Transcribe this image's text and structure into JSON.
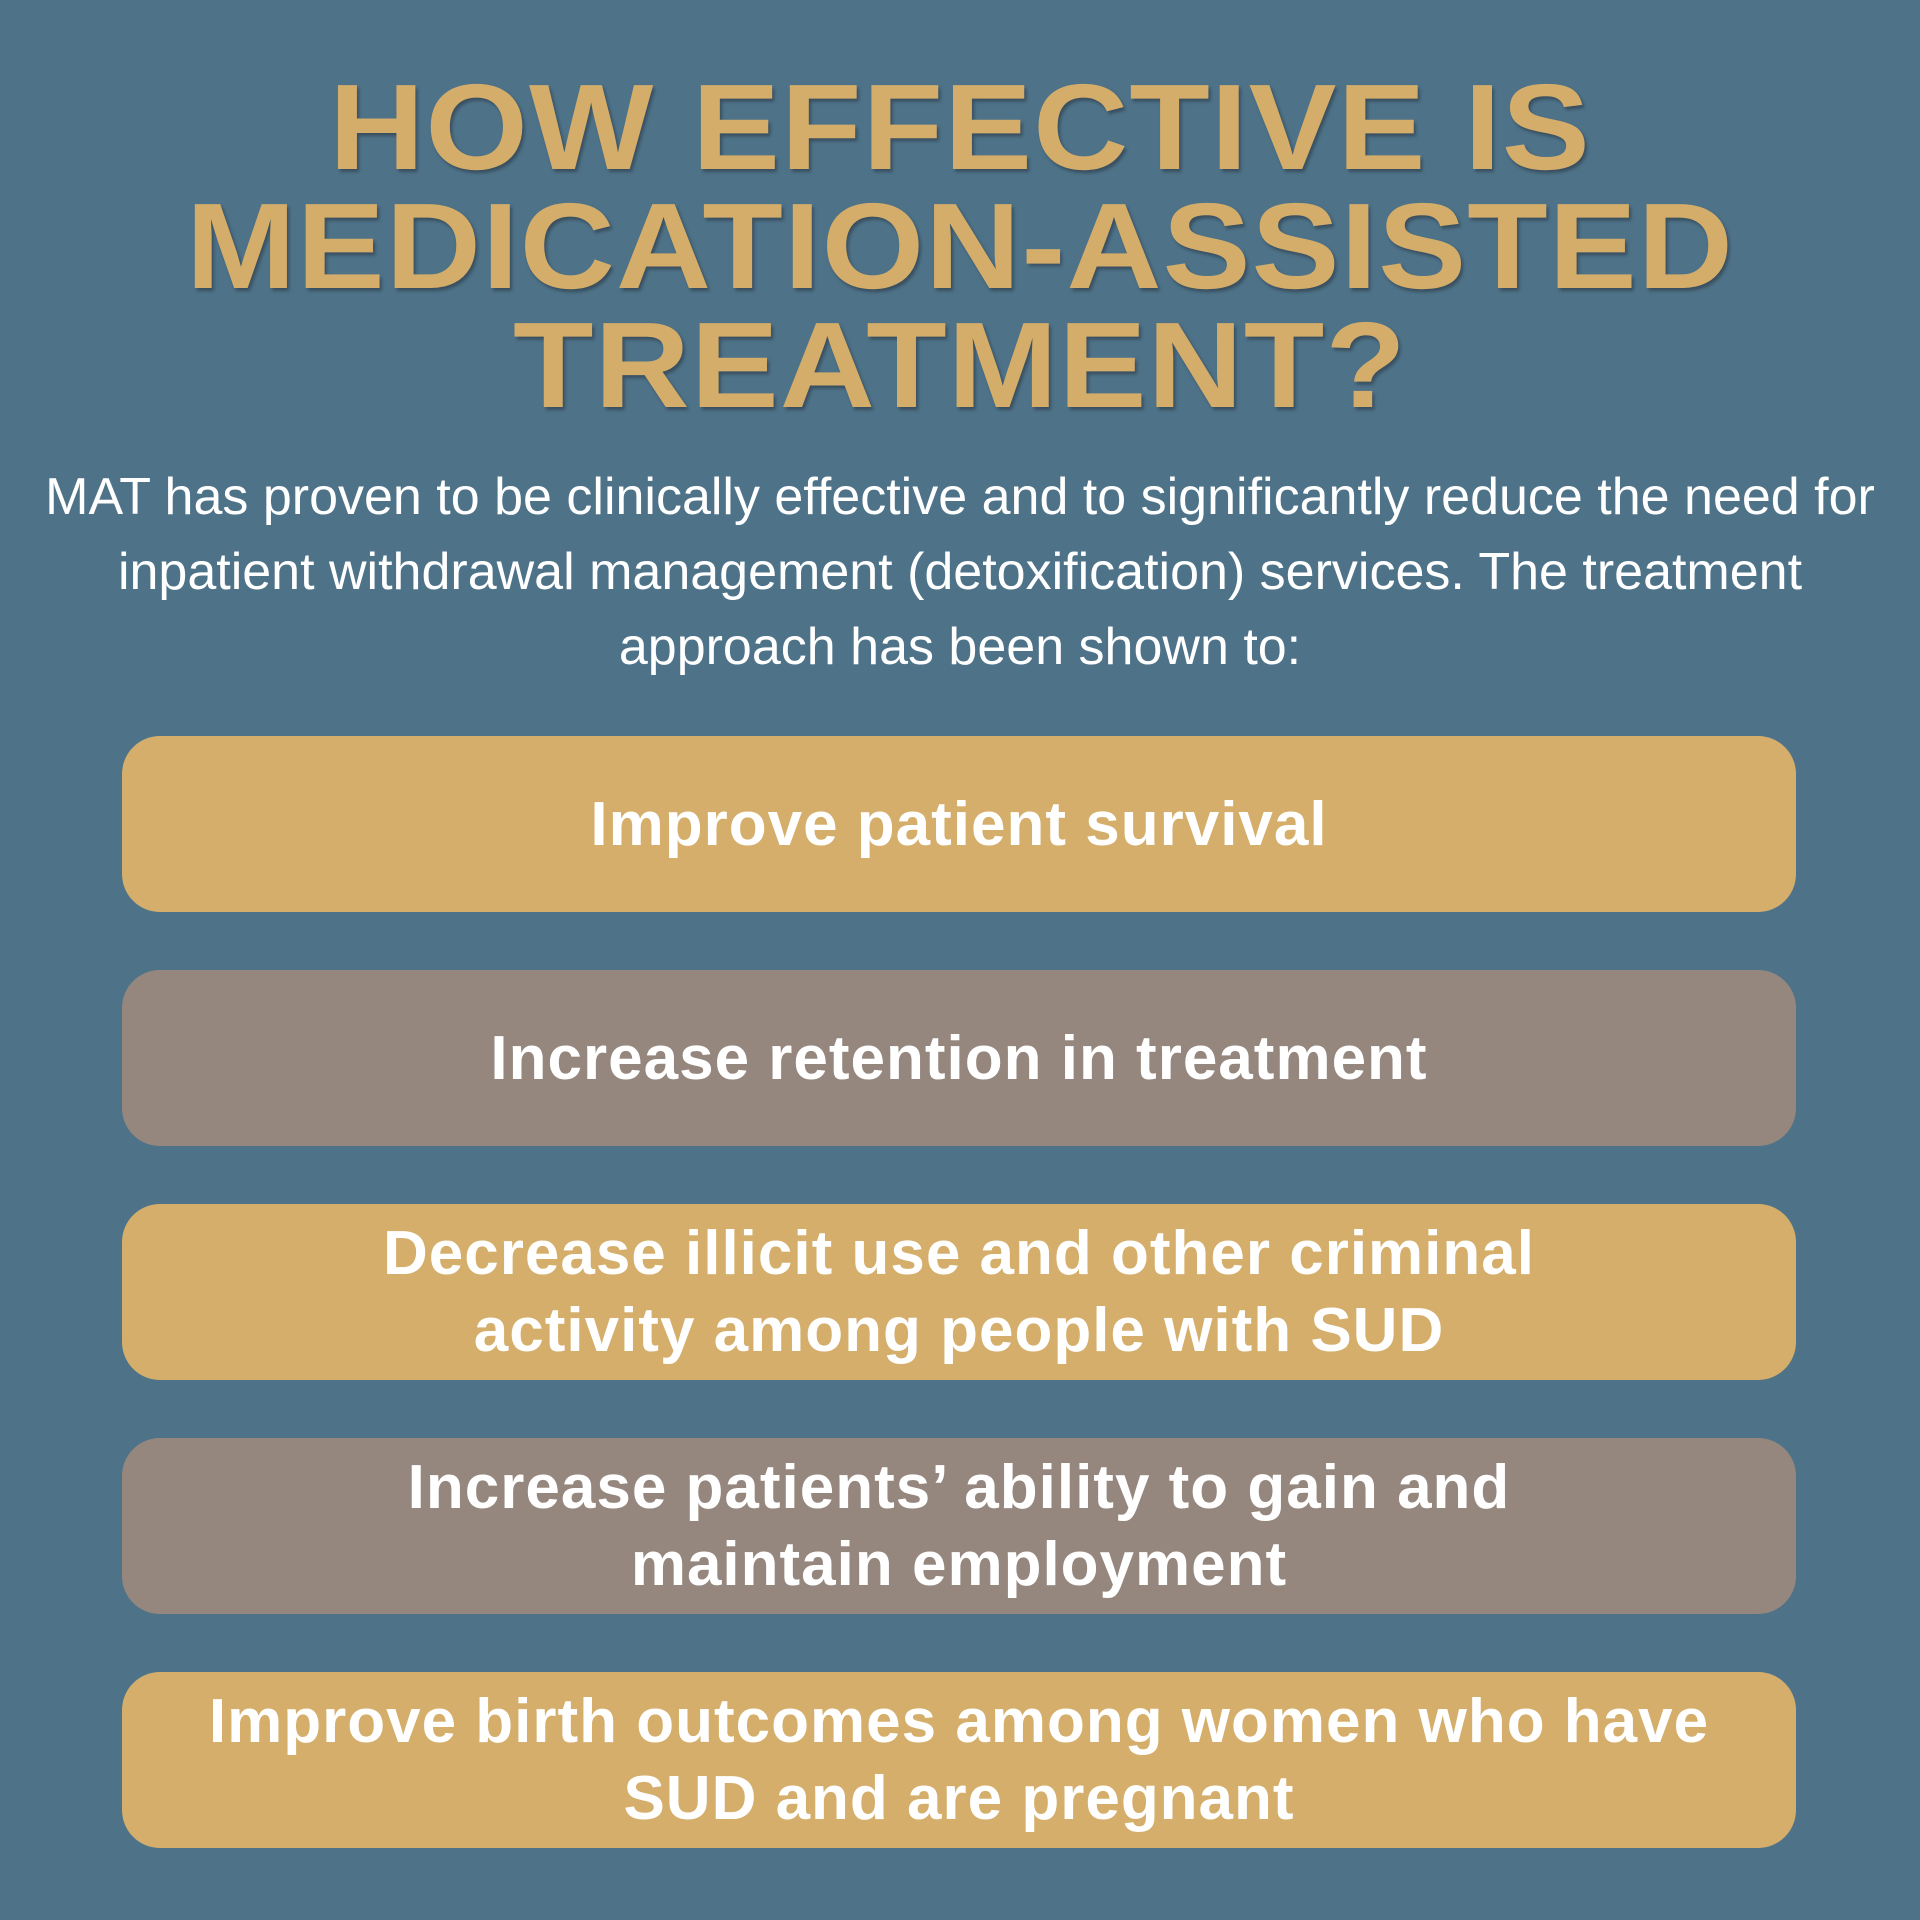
{
  "title_lines": [
    "HOW EFFECTIVE IS",
    "MEDICATION-ASSISTED",
    "TREATMENT?"
  ],
  "intro": "MAT has proven to be clinically effective and to significantly reduce the need for inpatient withdrawal management (detoxification) services. The treatment approach has been shown to:",
  "benefits": [
    {
      "label": "Improve patient survival",
      "color": "#d4ae6a"
    },
    {
      "label": "Increase retention in treatment",
      "color": "#95877e"
    },
    {
      "label": "Decrease illicit use and other criminal activity among people with SUD",
      "color": "#d4ae6a"
    },
    {
      "label": "Increase patients’ ability to gain and maintain employment",
      "color": "#95877e"
    },
    {
      "label": "Improve birth outcomes among women who have SUD and are pregnant",
      "color": "#d4ae6a"
    }
  ],
  "colors": {
    "background": "#4e7389",
    "title": "#d4ad6a",
    "text": "#ffffff"
  }
}
